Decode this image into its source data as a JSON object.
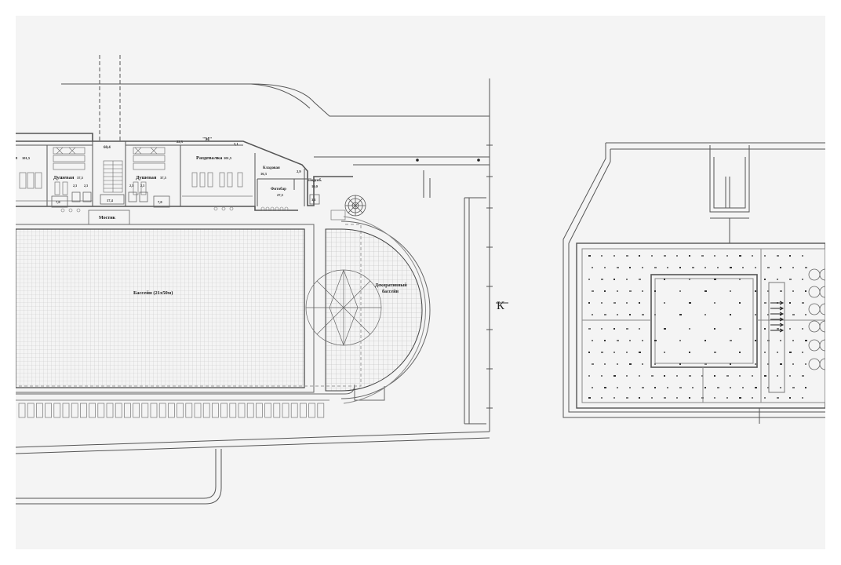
{
  "drawing": {
    "labels": {
      "room_60_4": "60,4",
      "m_label": "\"М\"",
      "room_22_3": "22,3",
      "room_3_1": "3,1",
      "room_8": "8",
      "room_101_5": "101,5",
      "shower_left": "Душевая",
      "shower_left_area": "37,5",
      "shower_right": "Душевая",
      "shower_right_area": "37,5",
      "changing_room": "Раздевалка",
      "changing_room_area": "101,5",
      "storage": "Кладовая",
      "storage_area": "16,3",
      "room_2_9": "2,9",
      "service_room": "Подсоб.",
      "service_room_area": "10,0",
      "phyto_bar": "Фитобар",
      "phyto_bar_area": "27,5",
      "room_3_1b": "3,1",
      "small_a": "2,3",
      "small_b": "2,3",
      "small_c": "2,3",
      "small_d": "2,3",
      "room_7_0": "7,0",
      "room_17_4": "17,4",
      "room_7_0b": "7,0",
      "bridge": "Мостик",
      "pool": "Бассейн (21х50м)",
      "deco_pool_line1": "Декоративный",
      "deco_pool_line2": "бассейн",
      "section_mark": "К"
    }
  }
}
